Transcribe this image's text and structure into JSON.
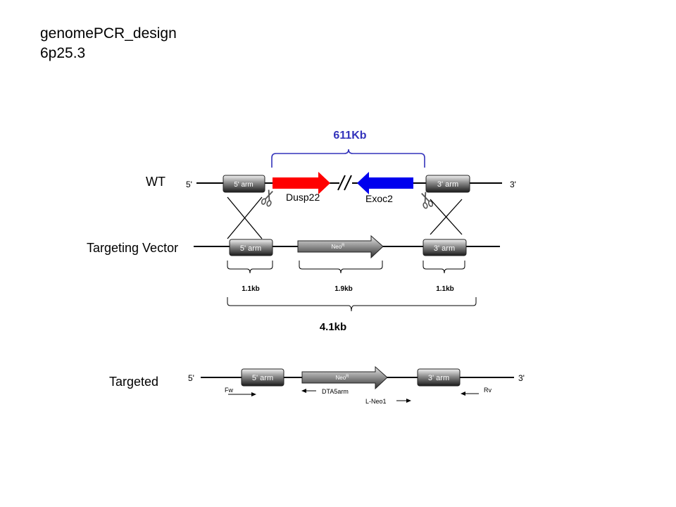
{
  "title": {
    "line1": "genomePCR_design",
    "line2": "6p25.3"
  },
  "span": {
    "label": "611Kb",
    "color": "#3333bb"
  },
  "rows": {
    "wt": {
      "label": "WT",
      "five_prime": "5'",
      "three_prime": "3'",
      "arm5": "5' arm",
      "arm3": "3' arm",
      "gene_left": "Dusp22",
      "gene_right": "Exoc2",
      "gene_left_color": "#ff0000",
      "gene_right_color": "#0000ee"
    },
    "vector": {
      "label": "Targeting Vector",
      "arm5": "5' arm",
      "arm3": "3' arm",
      "cassette": "NeoR",
      "size_arm5": "1.1kb",
      "size_cassette": "1.9kb",
      "size_arm3": "1.1kb",
      "size_total": "4.1kb"
    },
    "targeted": {
      "label": "Targeted",
      "five_prime": "5'",
      "three_prime": "3'",
      "arm5": "5' arm",
      "arm3": "3' arm",
      "cassette": "NeoR",
      "primers": {
        "fw": "Fw",
        "dta5arm": "DTA5arm",
        "lneo1": "L-Neo1",
        "rv": "Rv"
      }
    }
  }
}
